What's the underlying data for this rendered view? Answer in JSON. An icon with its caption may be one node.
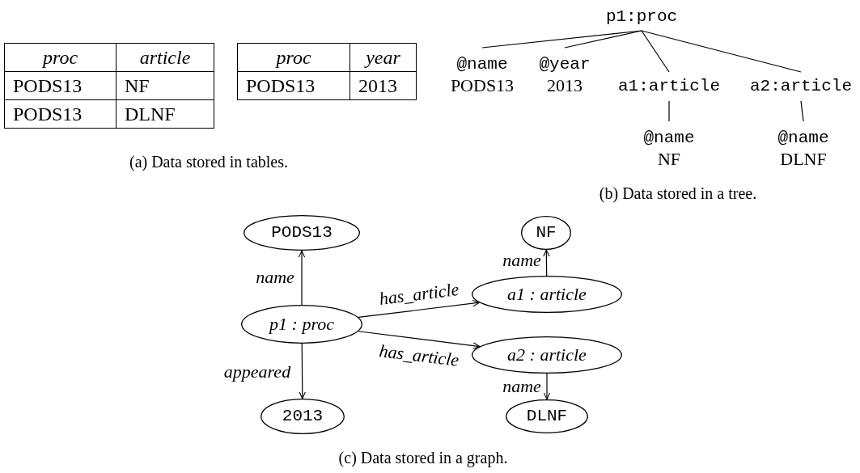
{
  "diagram": {
    "nodes": [
      {
        "text": [
          "p1:proc"
        ]
      },
      {
        "text": [
          "@name",
          "PODS13"
        ]
      },
      {
        "text": [
          "@year",
          "2013"
        ]
      },
      {
        "text": [
          "a1:article"
        ]
      },
      {
        "text": [
          "a2:article"
        ]
      },
      {
        "text": [
          "@name",
          "NF"
        ]
      },
      {
        "text": [
          "@name",
          "DLNF"
        ]
      },
      {
        "text": [
          "PODS13"
        ]
      },
      {
        "text": [
          "NF"
        ]
      },
      {
        "text": [
          "a1 : article"
        ]
      },
      {
        "text": [
          "p1 : proc"
        ]
      },
      {
        "text": [
          "a2 : article"
        ]
      },
      {
        "text": [
          "2013"
        ]
      },
      {
        "text": [
          "DLNF"
        ]
      }
    ],
    "edges": [
      {
        "from": 0,
        "to": 1,
        "arrow": "none"
      },
      {
        "from": 0,
        "to": 2,
        "arrow": "none"
      },
      {
        "from": 0,
        "to": 3,
        "arrow": "none"
      },
      {
        "from": 0,
        "to": 4,
        "arrow": "none"
      },
      {
        "from": 3,
        "to": 5,
        "arrow": "none"
      },
      {
        "from": 4,
        "to": 6,
        "arrow": "none"
      },
      {
        "from": 10,
        "to": 7,
        "arrow": "to",
        "label": "name"
      },
      {
        "from": 9,
        "to": 8,
        "arrow": "to",
        "label": "name"
      },
      {
        "from": 10,
        "to": 9,
        "arrow": "to",
        "label": "has_article"
      },
      {
        "from": 10,
        "to": 11,
        "arrow": "to",
        "label": "has_article"
      },
      {
        "from": 10,
        "to": 12,
        "arrow": "to",
        "label": "appeared"
      },
      {
        "from": 11,
        "to": 13,
        "arrow": "to",
        "label": "name"
      }
    ],
    "labels": [
      "proc",
      "article",
      "PODS13",
      "NF",
      "PODS13",
      "DLNF",
      "proc",
      "year",
      "PODS13",
      "2013",
      "(a) Data stored in tables.",
      "(b) Data stored in a tree.",
      "(c) Data stored in a graph."
    ]
  }
}
